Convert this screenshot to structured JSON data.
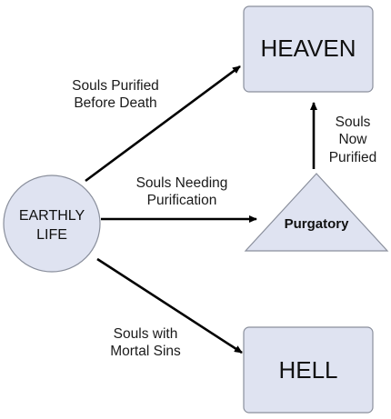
{
  "nodes": {
    "earthly_life": {
      "line1": "EARTHLY",
      "line2": "LIFE"
    },
    "heaven": {
      "label": "HEAVEN"
    },
    "purgatory": {
      "label": "Purgatory"
    },
    "hell": {
      "label": "HELL"
    }
  },
  "edges": {
    "life_to_heaven": {
      "line1": "Souls Purified",
      "line2": "Before Death"
    },
    "life_to_purgatory": {
      "line1": "Souls Needing",
      "line2": "Purification"
    },
    "life_to_hell": {
      "line1": "Souls with",
      "line2": "Mortal Sins"
    },
    "purgatory_to_heaven": {
      "line1": "Souls",
      "line2": "Now",
      "line3": "Purified"
    }
  },
  "colors": {
    "node_fill": "#dfe3f1",
    "node_stroke": "#8a8f9c",
    "arrow": "#000000"
  }
}
